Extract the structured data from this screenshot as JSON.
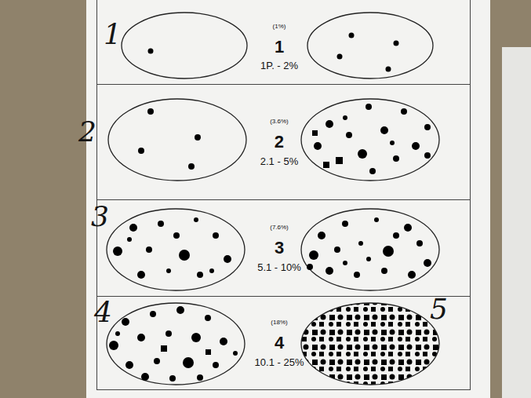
{
  "diagram": {
    "nodes": [
      {
        "text": [
          "(1%)",
          "1",
          "1P. - 2%"
        ]
      },
      {
        "text": [
          "(3.6%)",
          "2",
          "2.1 - 5%"
        ]
      },
      {
        "text": [
          "(7.6%)",
          "3",
          "5.1 - 10%"
        ]
      },
      {
        "text": [
          "(18%)",
          "4",
          "10.1 - 25%"
        ]
      }
    ],
    "labels": [
      "1",
      "2",
      "3",
      "4",
      "5"
    ]
  }
}
